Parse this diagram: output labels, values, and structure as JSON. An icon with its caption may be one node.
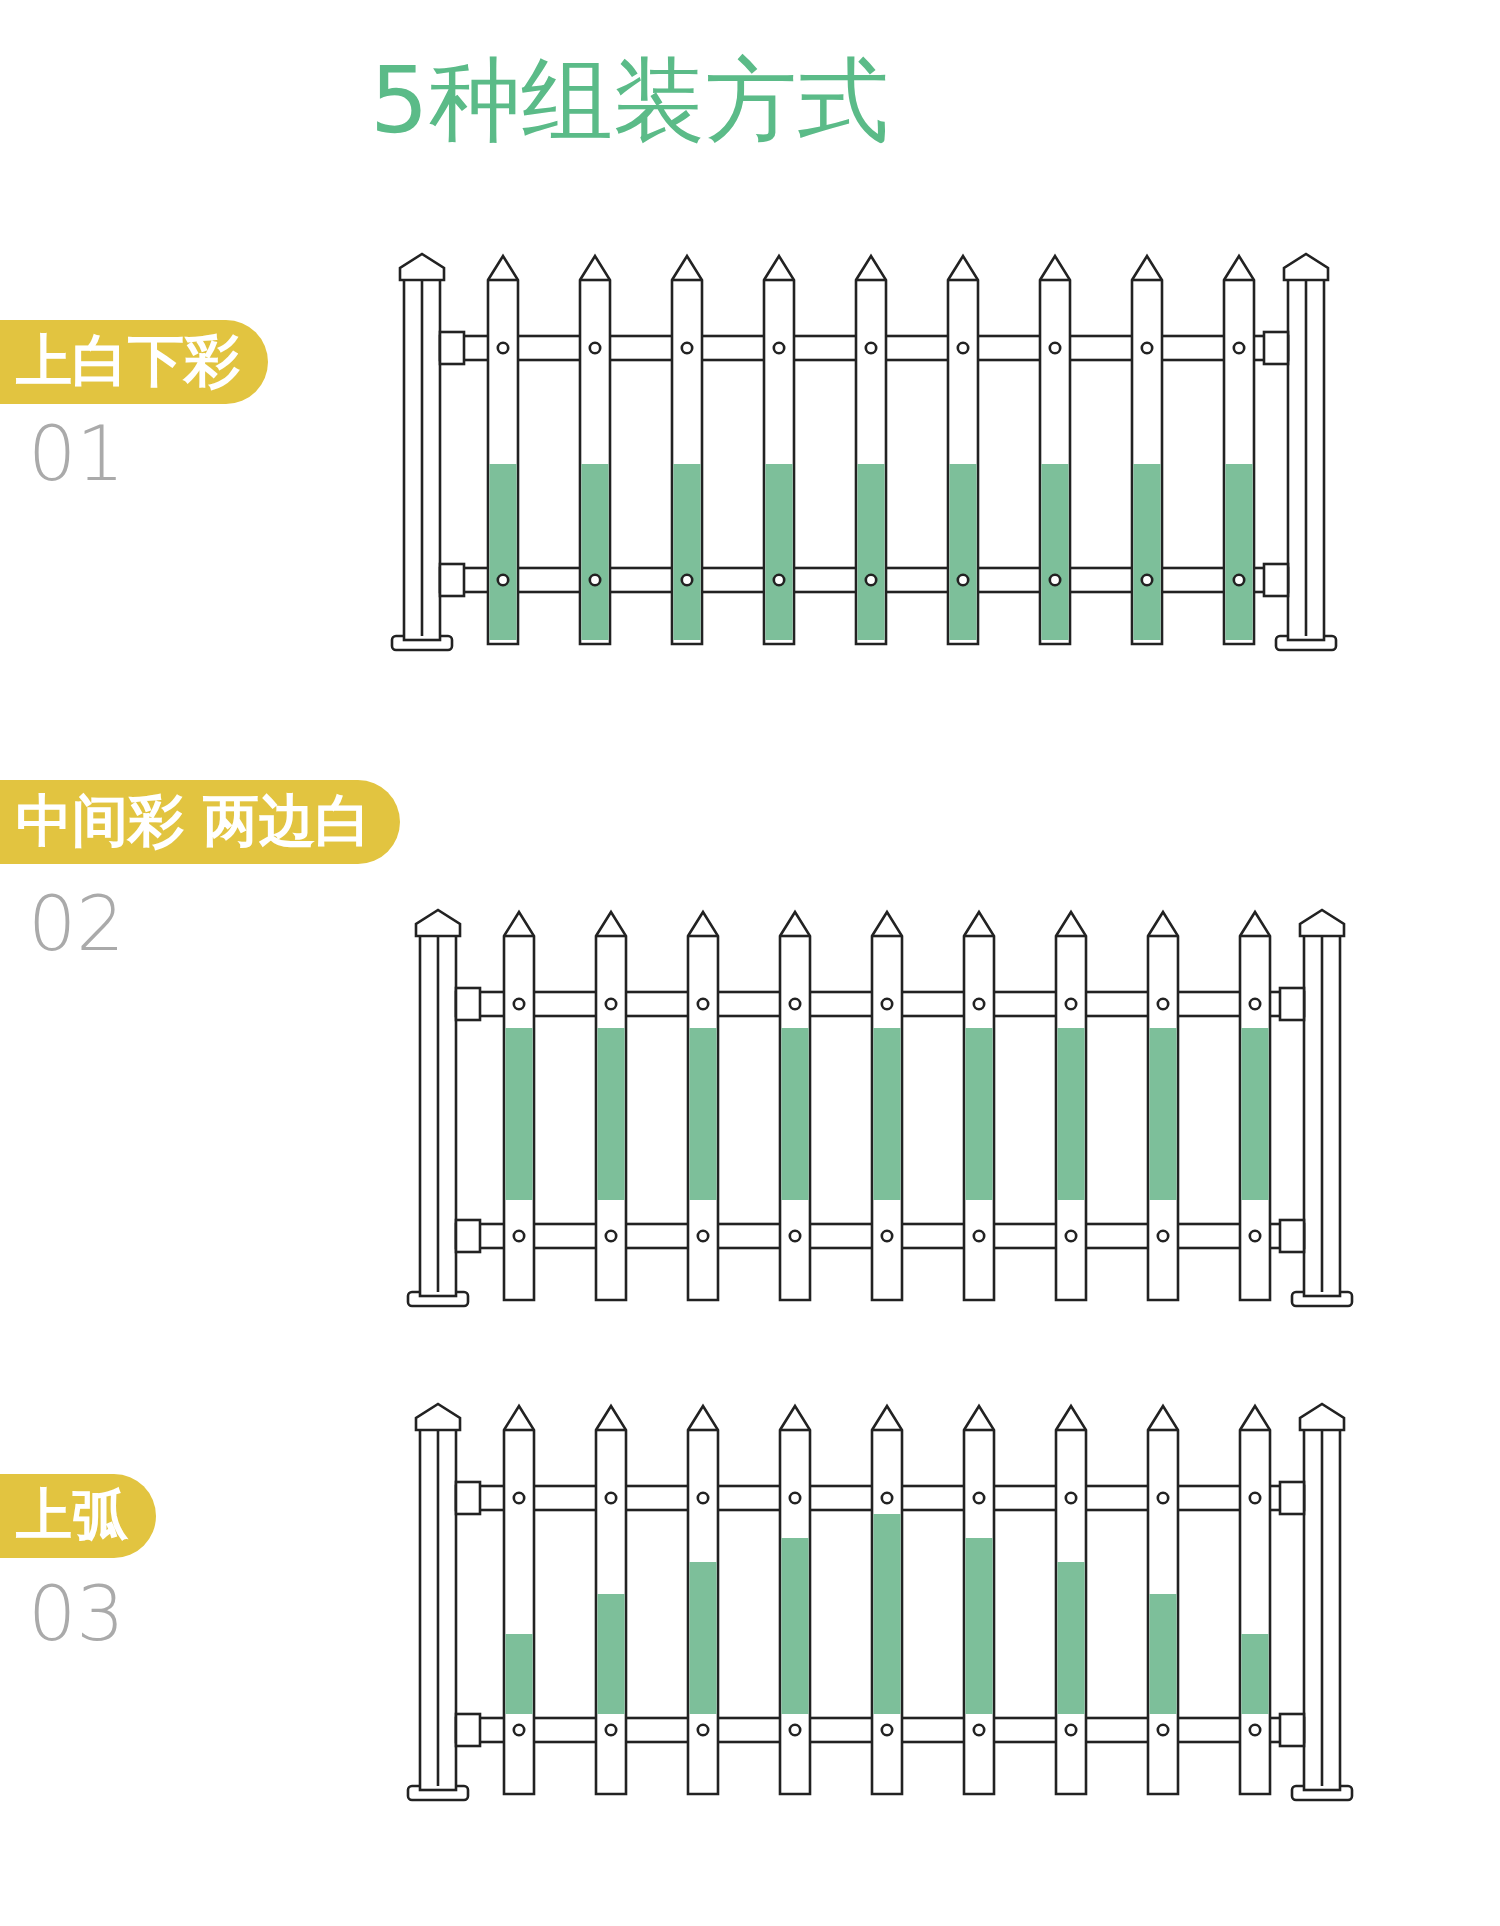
{
  "diagram": {
    "title": "5种组装方式",
    "nodes": [
      {
        "text": [
          "上白下彩"
        ]
      },
      {
        "text": [
          "中间彩 两边白"
        ]
      },
      {
        "text": [
          "上弧"
        ]
      }
    ],
    "labels": [
      "01",
      "02",
      "03"
    ]
  }
}
